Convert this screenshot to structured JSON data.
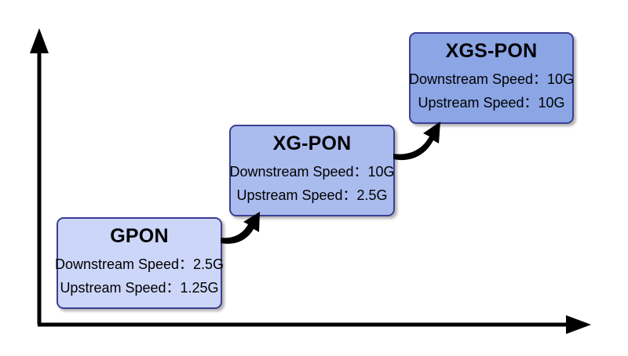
{
  "diagram": {
    "type": "pon-evolution-progression",
    "background_color": "#ffffff",
    "axis": {
      "color": "#000000",
      "y_axis_name": "vertical-axis",
      "x_axis_name": "horizontal-axis"
    },
    "nodes": [
      {
        "id": "gpon",
        "title": "GPON",
        "downstream": "Downstream Speed：2.5G",
        "upstream": "Upstream Speed：1.25G",
        "fill_color": "#ccd6f9",
        "border_color": "#3b3f93"
      },
      {
        "id": "xg-pon",
        "title": "XG-PON",
        "downstream": "Downstream Speed：10G",
        "upstream": "Upstream Speed：2.5G",
        "fill_color": "#aabbee",
        "border_color": "#3b3f93"
      },
      {
        "id": "xgs-pon",
        "title": "XGS-PON",
        "downstream": "Downstream Speed：10G",
        "upstream": "Upstream Speed：10G",
        "fill_color": "#8ba5e5",
        "border_color": "#3b3f93"
      }
    ],
    "connectors": [
      {
        "id": "gpon-to-xgpon",
        "from": "gpon",
        "to": "xg-pon",
        "style": "curved-arrow",
        "color": "#000000"
      },
      {
        "id": "xgpon-to-xgspon",
        "from": "xg-pon",
        "to": "xgs-pon",
        "style": "curved-arrow",
        "color": "#000000"
      }
    ]
  }
}
